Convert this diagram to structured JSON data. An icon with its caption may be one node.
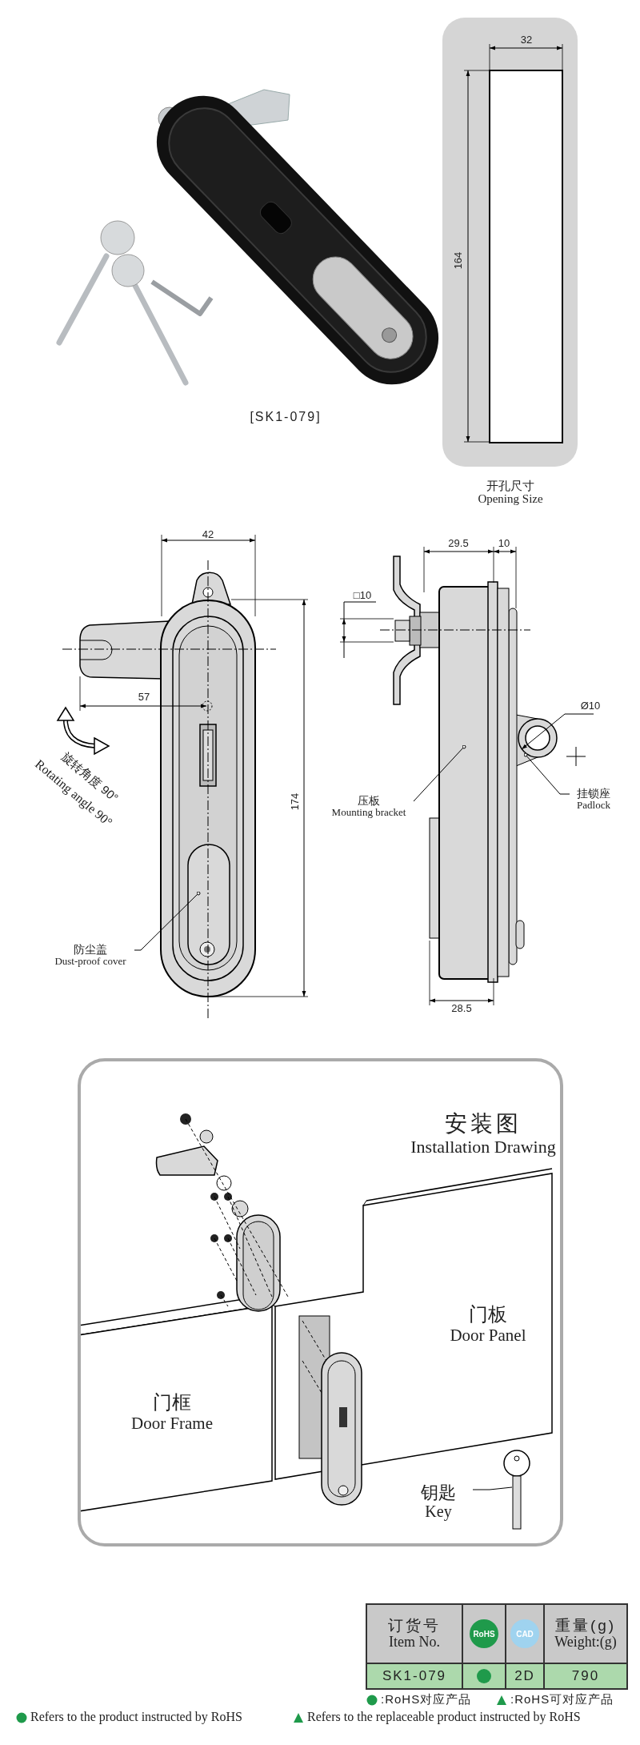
{
  "diagram": {
    "nodes": [
      {
        "text": [
          "开孔尺寸",
          "Opening Size"
        ]
      },
      {
        "text": [
          "压板",
          "Mounting bracket"
        ]
      },
      {
        "text": [
          "挂锁座",
          "Padlock"
        ]
      },
      {
        "text": [
          "防尘盖",
          "Dust-proof cover"
        ]
      },
      {
        "text": [
          "安装图",
          "Installation Drawing"
        ]
      },
      {
        "text": [
          "门板",
          "Door Panel"
        ],
        "in": 4
      },
      {
        "text": [
          "门框",
          "Door Frame"
        ],
        "in": 4
      },
      {
        "text": [
          "钥匙",
          "Key"
        ],
        "in": 4
      }
    ],
    "edges": [
      {
        "from": 1,
        "to": null,
        "arrow": "other"
      },
      {
        "from": 2,
        "to": null,
        "arrow": "other"
      },
      {
        "from": 3,
        "to": null,
        "arrow": "other"
      },
      {
        "from": 7,
        "to": null,
        "arrow": "none"
      }
    ],
    "labels": [
      "[SK1-079]",
      "32",
      "164",
      "42",
      "57",
      "174",
      "29.5",
      "10",
      "□10",
      "旋转角度 90°",
      "Rotating angle 90°",
      "Ø10",
      "28.5",
      "订货号",
      "Item No.",
      "RoHS",
      "CAD",
      "重量(g)",
      "Weight:(g)",
      "SK1-079",
      "2D",
      "790"
    ],
    "legend": [
      {
        "text": ":RoHS对应产品"
      },
      {
        "text": ":RoHS可对应产品"
      },
      {
        "text": "Refers to the product instructed by RoHS"
      },
      {
        "text": "Refers to the replaceable product instructed by RoHS"
      }
    ]
  }
}
